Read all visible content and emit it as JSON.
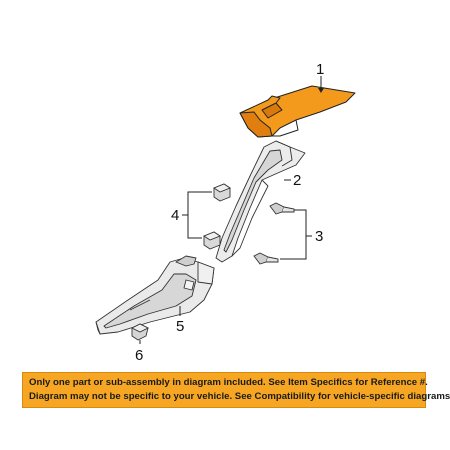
{
  "callouts": {
    "c1": "1",
    "c2": "2",
    "c3": "3",
    "c4": "4",
    "c5": "5",
    "c6": "6"
  },
  "banner": {
    "line1": "Only one part or sub-assembly in diagram included. See Item Specifics for Reference #.",
    "line2": "Diagram may not be specific to your vehicle. See Compatibility for vehicle-specific diagrams."
  },
  "colors": {
    "highlight_part": "#f39a1c",
    "banner_bg": "#f6a623",
    "line": "#222222"
  }
}
